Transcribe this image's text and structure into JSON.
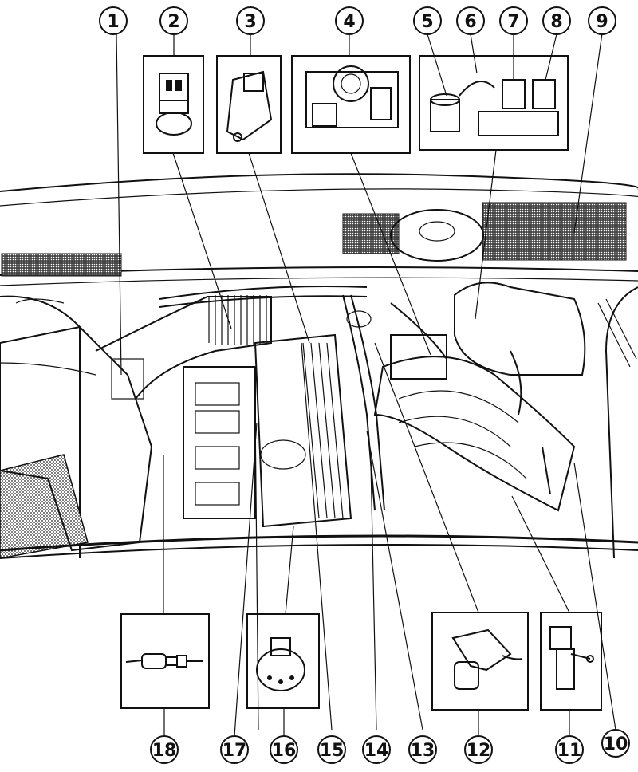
{
  "callouts": {
    "c1": "1",
    "c2": "2",
    "c3": "3",
    "c4": "4",
    "c5": "5",
    "c6": "6",
    "c7": "7",
    "c8": "8",
    "c9": "9",
    "c10": "10",
    "c11": "11",
    "c12": "12",
    "c13": "13",
    "c14": "14",
    "c15": "15",
    "c16": "16",
    "c17": "17",
    "c18": "18"
  },
  "colors": {
    "ink": "#111111",
    "paper": "#ffffff",
    "shade": "#555555"
  }
}
